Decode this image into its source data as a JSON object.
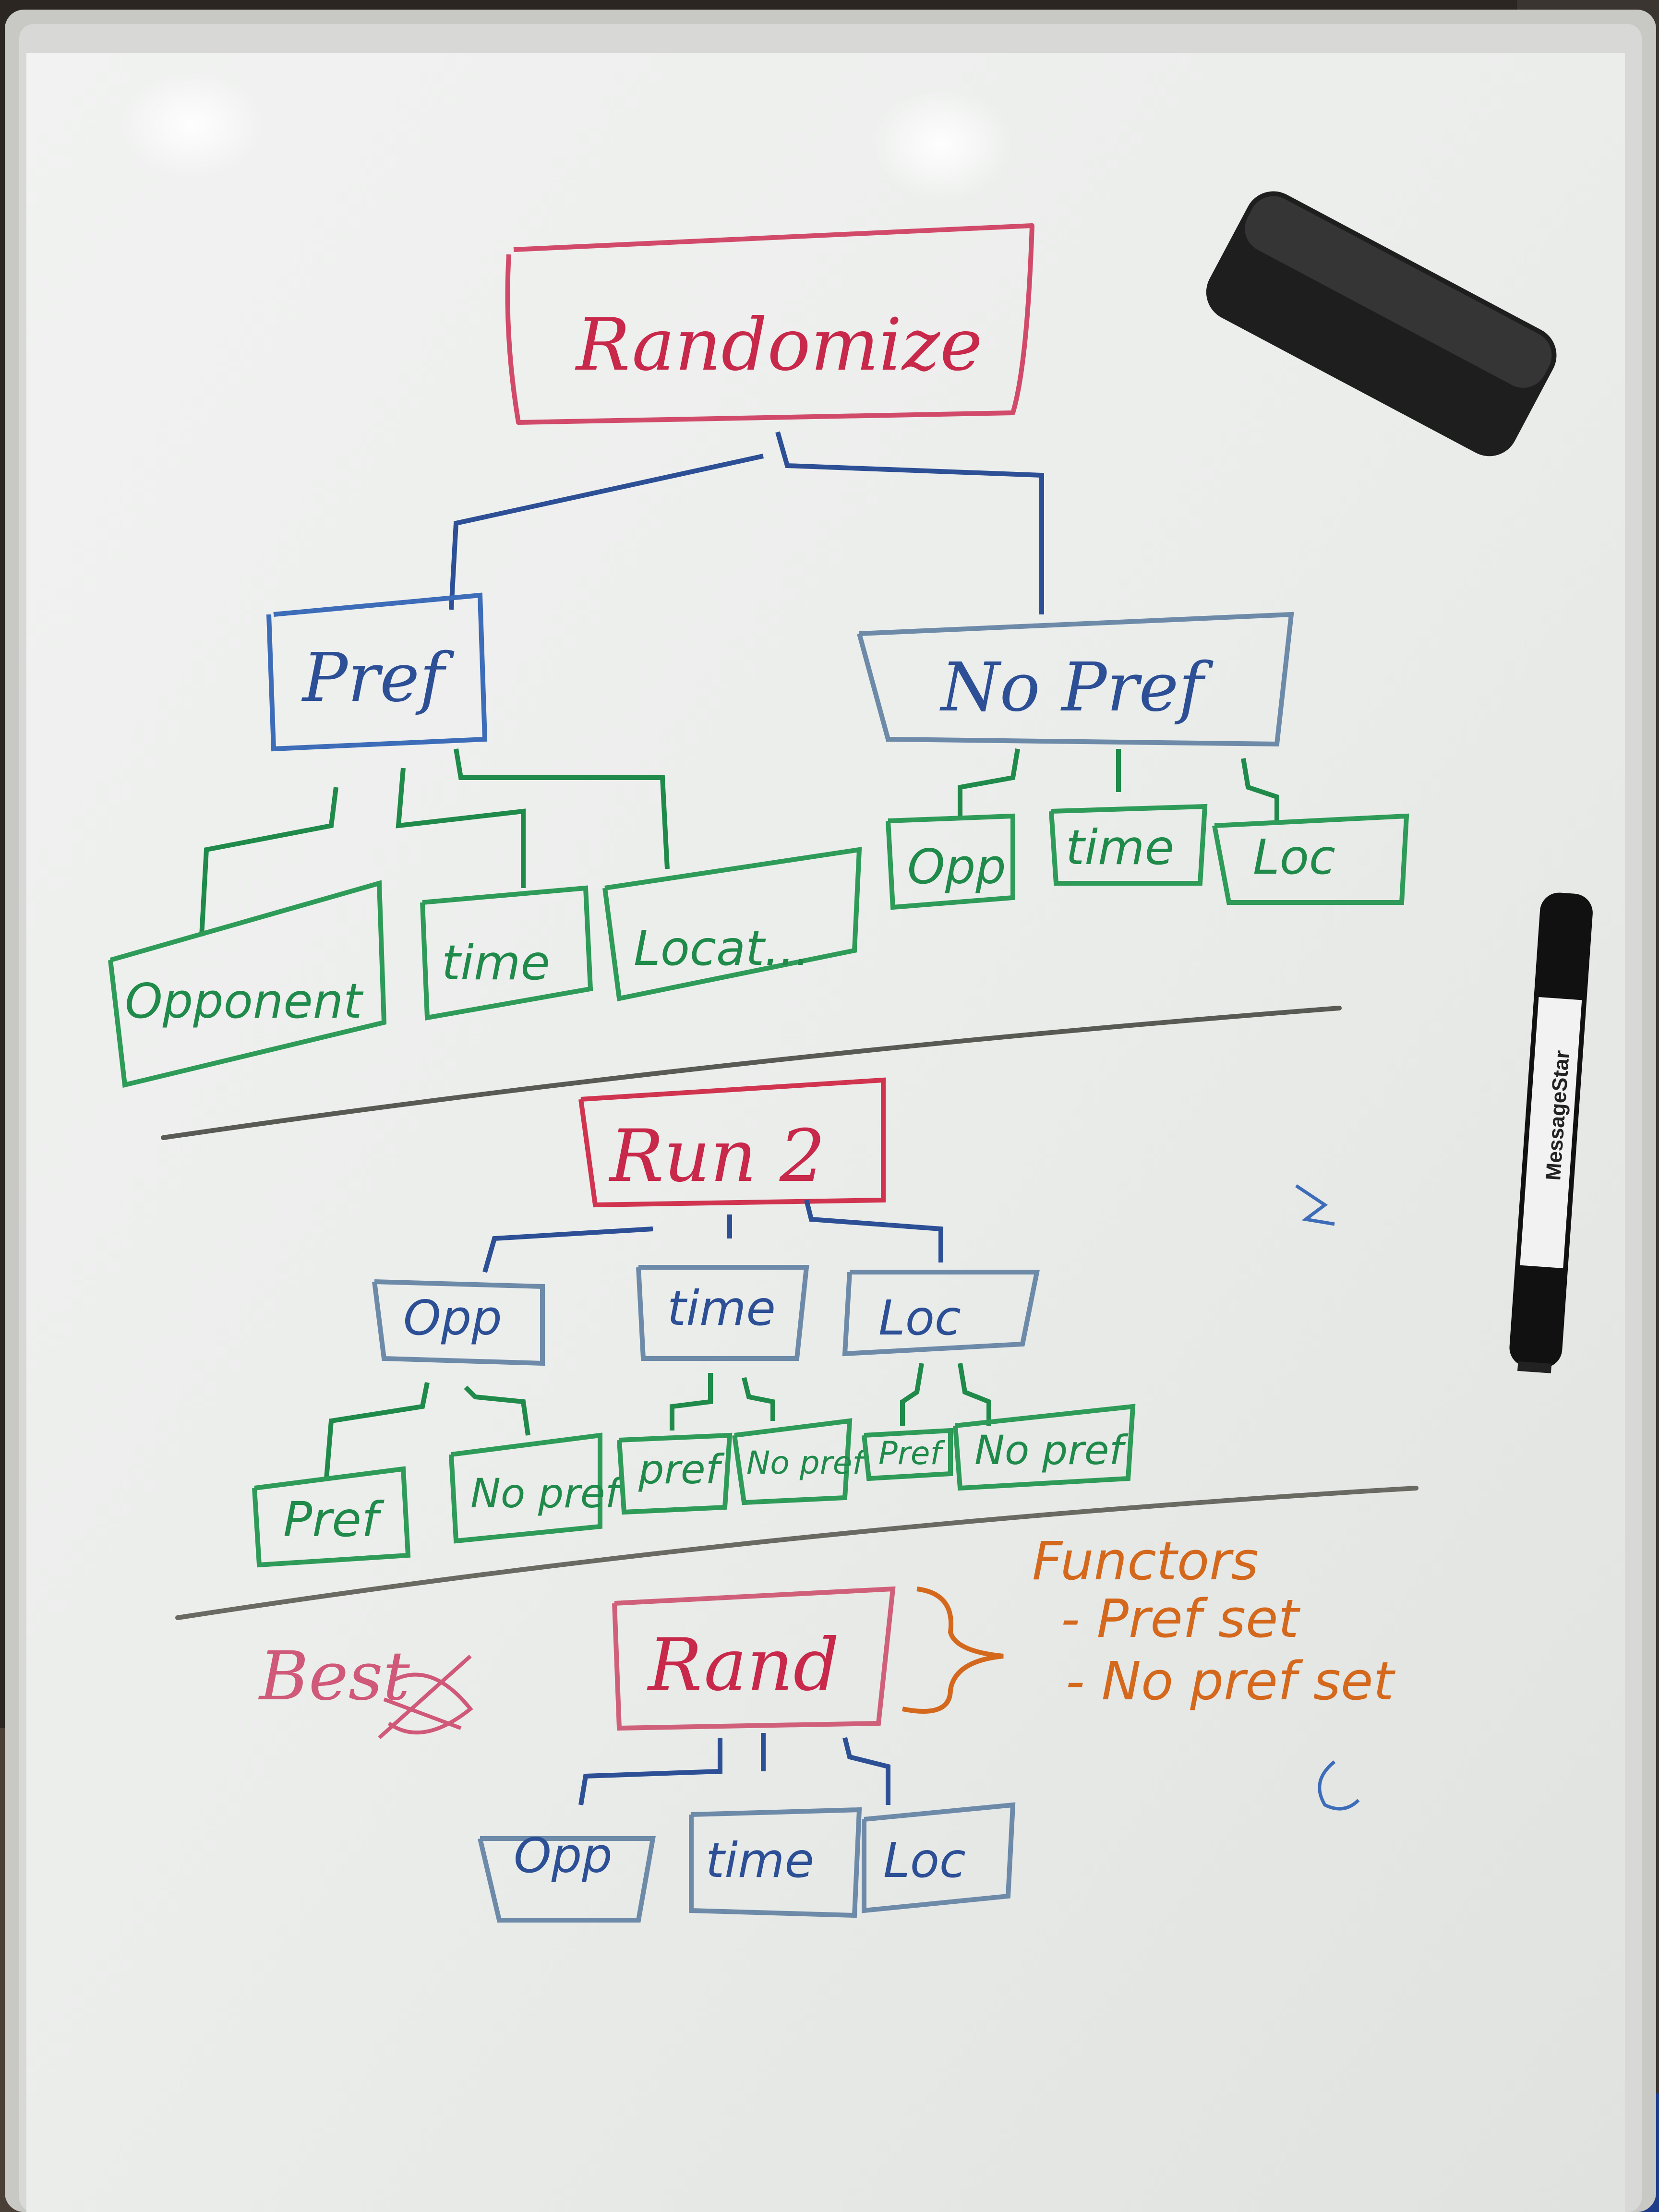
{
  "colors": {
    "red": "#c8284a",
    "blue": "#2c4f95",
    "green": "#1f8a4a",
    "orange": "#d4691e",
    "board": "#eceeec",
    "frame": "#c9c9c4"
  },
  "section1": {
    "root": "Randomize",
    "pref": "Pref",
    "nopref": "No Pref",
    "pref_children": [
      "Opponent",
      "time",
      "Locat..."
    ],
    "nopref_children": [
      "Opp",
      "time",
      "Loc"
    ]
  },
  "section2": {
    "root": "Run 2",
    "children": [
      "Opp",
      "time",
      "Loc"
    ],
    "opp_children": [
      "Pref",
      "No pref"
    ],
    "time_children": [
      "pref",
      "No pref"
    ],
    "loc_children": [
      "Pref",
      "No pref"
    ]
  },
  "section3": {
    "root": "Rand",
    "children": [
      "Opp",
      "time",
      "Loc"
    ],
    "best_label": "Best",
    "functors_title": "Functors",
    "functors_items": [
      "- Pref set",
      "- No pref set"
    ]
  },
  "marker": {
    "brand": "MessageStar"
  }
}
